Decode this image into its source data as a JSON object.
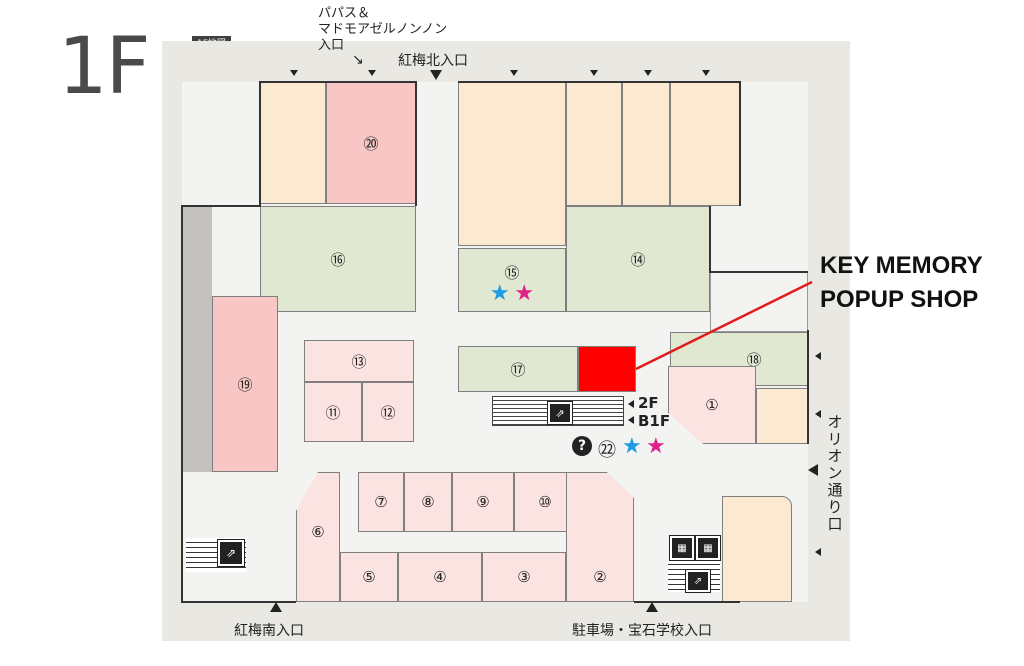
{
  "floor": {
    "label": "1F",
    "map_tag": "1F地図"
  },
  "callout": {
    "line1": "KEY MEMORY",
    "line2": "POPUP SHOP",
    "line_color": "#e01b1b",
    "box_color": "#ff0000"
  },
  "entrances": {
    "top_left": [
      "パパス＆",
      "マドモアゼルノンノン",
      "入口"
    ],
    "north": "紅梅北入口",
    "south": "紅梅南入口",
    "parking": "駐車場・宝石学校入口",
    "orion": [
      "オ",
      "リ",
      "オ",
      "ン",
      "通",
      "り",
      "口"
    ]
  },
  "escalator": {
    "up": "2F",
    "down": "B1F"
  },
  "shops": {
    "s1": "①",
    "s2": "②",
    "s3": "③",
    "s4": "④",
    "s5": "⑤",
    "s6": "⑥",
    "s7": "⑦",
    "s8": "⑧",
    "s9": "⑨",
    "s10": "⑩",
    "s11": "⑪",
    "s12": "⑫",
    "s13": "⑬",
    "s14": "⑭",
    "s15": "⑮",
    "s16": "⑯",
    "s17": "⑰",
    "s18": "⑱",
    "s19": "⑲",
    "s20": "⑳",
    "s22": "㉒"
  },
  "icons": {
    "info": "?",
    "star": "★"
  },
  "colors": {
    "star_blue": "#1f9be0",
    "star_magenta": "#e0218a",
    "beige": "#fbe9d2",
    "pink": "#f7c6c5",
    "green": "#e0e8d2"
  }
}
